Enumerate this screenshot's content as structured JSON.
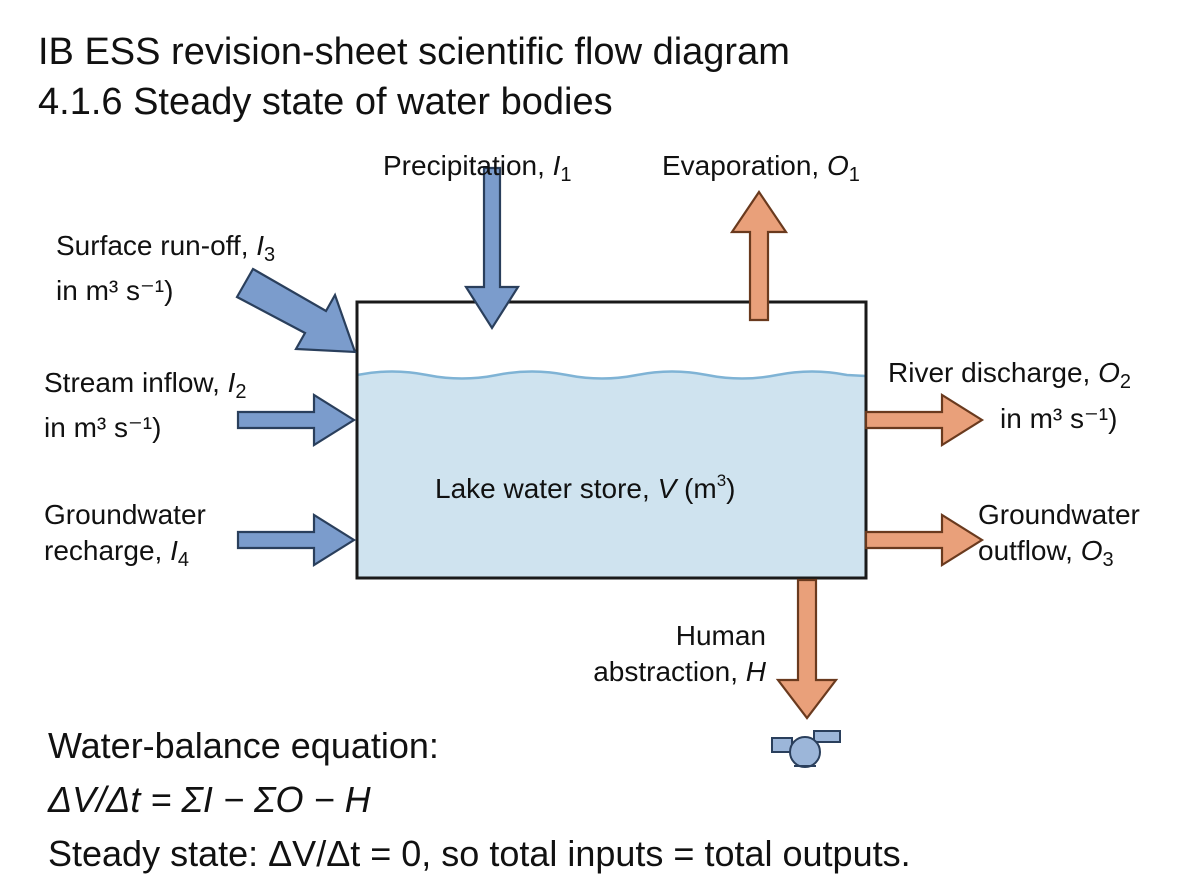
{
  "title": {
    "line1": "IB ESS revision-sheet scientific flow diagram",
    "line2": "4.1.6 Steady state of water bodies"
  },
  "colors": {
    "input_arrow": "#7b9ccc",
    "output_arrow": "#e9a07a",
    "water": "#cfe3ef",
    "water_surface": "#7fb3d5",
    "outline": "#1a1a1a"
  },
  "store": {
    "label": "Lake water store,",
    "var": "V",
    "unit_open": " (m",
    "unit_sup": "3",
    "unit_close": ")"
  },
  "inputs": {
    "precipitation": {
      "text": "Precipitation, ",
      "var": "I",
      "sub": "1"
    },
    "surface_runoff": {
      "text": "Surface run-off, ",
      "var": "I",
      "sub": "3",
      "unit": "in m³ s⁻¹)"
    },
    "stream_inflow": {
      "text": "Stream inflow, ",
      "var": "I",
      "sub": "2",
      "unit": "in m³ s⁻¹)"
    },
    "groundwater_recharge": {
      "line1": "Groundwater",
      "text": "recharge, ",
      "var": "I",
      "sub": "4"
    }
  },
  "outputs": {
    "evaporation": {
      "text": "Evaporation, ",
      "var": "O",
      "sub": "1"
    },
    "river_discharge": {
      "text": "River discharge, ",
      "var": "O",
      "sub": "2",
      "unit": "in m³ s⁻¹)"
    },
    "groundwater_outflow": {
      "line1": "Groundwater",
      "text": "outflow, ",
      "var": "O",
      "sub": "3"
    },
    "human_abstraction": {
      "line1": "Human",
      "text": "abstraction, ",
      "var": "H"
    }
  },
  "icons": {
    "pump": "pump-icon"
  },
  "equation": {
    "heading": "Water-balance equation:",
    "formula": "ΔV/Δt = ΣI − ΣO − H",
    "steady_state": "Steady state: ΔV/Δt = 0, so total inputs = total outputs."
  }
}
